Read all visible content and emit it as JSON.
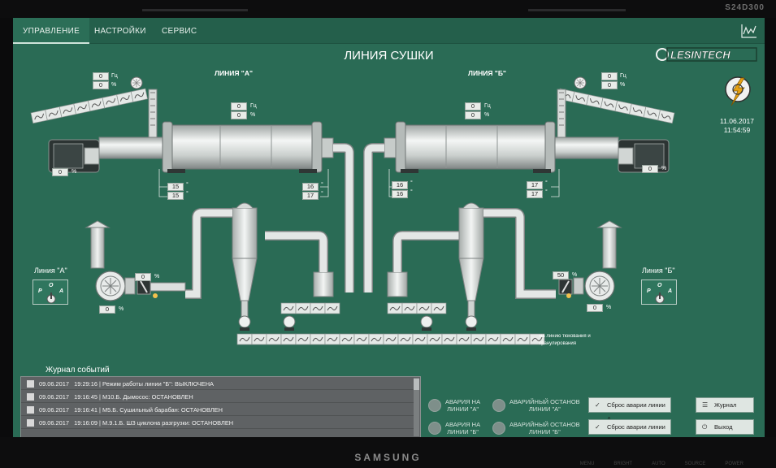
{
  "monitor": {
    "model": "S24D300",
    "brand": "SAMSUNG",
    "buttons": [
      "MENU",
      "BRIGHT",
      "AUTO",
      "SOURCE",
      "POWER"
    ]
  },
  "tabs": [
    {
      "label": "УПРАВЛЕНИЕ",
      "active": true
    },
    {
      "label": "НАСТРОЙКИ",
      "active": false
    },
    {
      "label": "СЕРВИС",
      "active": false
    }
  ],
  "header": {
    "title": "ЛИНИЯ СУШКИ",
    "logo_text": "LESINTECH",
    "date": "11.06.2017",
    "time": "11:54:59"
  },
  "line_a": {
    "label": "ЛИНИЯ \"А\"",
    "feeder": {
      "hz": "0",
      "pct": "0",
      "hz_unit": "Гц",
      "pct_unit": "%"
    },
    "drum_drive": {
      "hz": "0",
      "pct": "0",
      "hz_unit": "Гц",
      "pct_unit": "%"
    },
    "burner_pct": "0",
    "temp_in": [
      "15",
      "15"
    ],
    "temp_out": [
      "16",
      "17"
    ],
    "temp_unit": "°",
    "fan_damper_pct": "0",
    "fan_pct": "0",
    "control": {
      "label": "Линия \"А\"",
      "r": "Р",
      "o": "О",
      "a": "А"
    }
  },
  "line_b": {
    "label": "ЛИНИЯ \"Б\"",
    "feeder": {
      "hz": "0",
      "pct": "0",
      "hz_unit": "Гц",
      "pct_unit": "%"
    },
    "drum_drive": {
      "hz": "0",
      "pct": "0",
      "hz_unit": "Гц",
      "pct_unit": "%"
    },
    "burner_pct": "0",
    "temp_in": [
      "16",
      "16"
    ],
    "temp_out": [
      "17",
      "17"
    ],
    "temp_unit": "°",
    "fan_damper_pct": "50",
    "fan_pct": "0",
    "control": {
      "label": "Линия \"Б\"",
      "r": "Р",
      "o": "О",
      "a": "А"
    }
  },
  "conveyor_note": "на линию тюкования и гранулирования",
  "event_log": {
    "title": "Журнал событий",
    "rows": [
      {
        "date": "09.06.2017",
        "time": "19:29:16",
        "text": "Режим работы линии \"Б\": ВЫКЛЮЧЕНА"
      },
      {
        "date": "09.06.2017",
        "time": "19:16:45",
        "text": "М10.Б. Дымосос: ОСТАНОВЛЕН"
      },
      {
        "date": "09.06.2017",
        "time": "19:16:41",
        "text": "М5.Б. Сушильный барабан: ОСТАНОВЛЕН"
      },
      {
        "date": "09.06.2017",
        "time": "19:16:09",
        "text": "М.9.1.Б. ШЗ циклона разгрузки: ОСТАНОВЛЕН"
      }
    ]
  },
  "alarms": [
    {
      "line1": "АВАРИЯ НА",
      "line2": "ЛИНИИ \"А\""
    },
    {
      "line1": "АВАРИЯ НА",
      "line2": "ЛИНИИ \"Б\""
    },
    {
      "line1": "АВАРИЙНЫЙ ОСТАНОВ",
      "line2": "ЛИНИИ \"А\""
    },
    {
      "line1": "АВАРИЙНЫЙ ОСТАНОВ",
      "line2": "ЛИНИИ \"Б\""
    }
  ],
  "buttons": {
    "reset_a": "Сброс аварии линии А",
    "reset_b": "Сброс аварии линии Б",
    "journal": "Журнал",
    "exit": "Выход"
  },
  "colors": {
    "screen_bg": "#2a6b55",
    "pipe": "#d5d9d8",
    "conveyor": "#e2e6e4"
  }
}
